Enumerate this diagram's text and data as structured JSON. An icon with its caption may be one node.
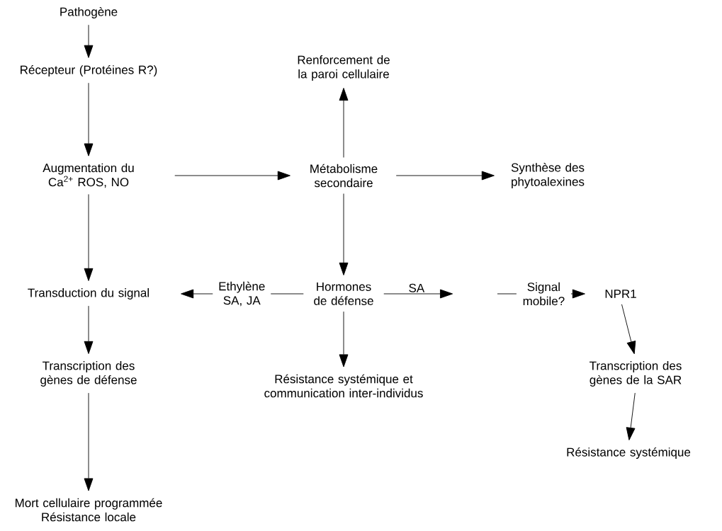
{
  "diagram": {
    "nodes": [
      {
        "text": [
          "Pathogène"
        ]
      },
      {
        "text": [
          "Récepteur (Protéines R?)"
        ]
      },
      {
        "text": [
          "Augmentation du Ca$^{2+}$ ROS, NO"
        ]
      },
      {
        "text": [
          "Renforcement de la paroi cellulaire"
        ]
      },
      {
        "text": [
          "Métabolisme secondaire"
        ]
      },
      {
        "text": [
          "Synthèse des phytoalexines"
        ]
      },
      {
        "text": [
          "Transduction du signal"
        ]
      },
      {
        "text": [
          "Hormones de défense"
        ]
      },
      {
        "text": [
          "NPR1"
        ]
      },
      {
        "text": [
          "Transcription des gènes de défense"
        ]
      },
      {
        "text": [
          "Résistance systémique et communication inter-individus"
        ]
      },
      {
        "text": [
          "Transcription des gènes de la SAR"
        ]
      },
      {
        "text": [
          "Mort cellulaire programmée Résistance locale"
        ]
      },
      {
        "text": [
          "Résistance systémique"
        ]
      }
    ],
    "edges": [
      {
        "from": 0,
        "to": 1,
        "arrow": "to"
      },
      {
        "from": 1,
        "to": 2,
        "arrow": "to"
      },
      {
        "from": 2,
        "to": 4,
        "arrow": "to"
      },
      {
        "from": 4,
        "to": 3,
        "arrow": "to"
      },
      {
        "from": 4,
        "to": 5,
        "arrow": "to"
      },
      {
        "from": 2,
        "to": 6,
        "arrow": "to"
      },
      {
        "from": 4,
        "to": 7,
        "arrow": "to"
      },
      {
        "from": 7,
        "to": 6,
        "arrow": "to",
        "label": "Ethylène SA, JA"
      },
      {
        "from": 7,
        "to": null,
        "arrow": "to",
        "label": "SA"
      },
      {
        "from": null,
        "to": 8,
        "arrow": "to",
        "label": "Signal mobile?"
      },
      {
        "from": 6,
        "to": 9,
        "arrow": "to"
      },
      {
        "from": 7,
        "to": 10,
        "arrow": "to"
      },
      {
        "from": 8,
        "to": 11,
        "arrow": "to"
      },
      {
        "from": 9,
        "to": 12,
        "arrow": "to"
      },
      {
        "from": 11,
        "to": 13,
        "arrow": "to"
      }
    ]
  }
}
